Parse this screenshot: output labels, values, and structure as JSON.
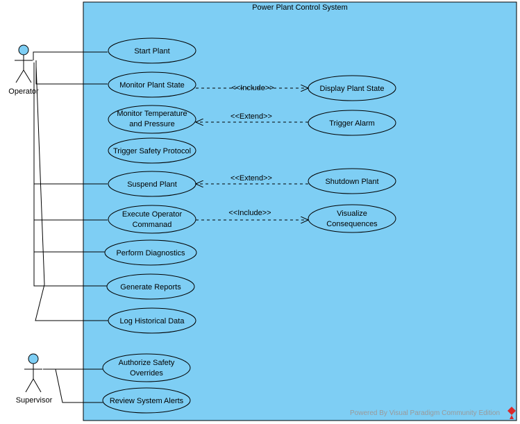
{
  "system": {
    "title": "Power Plant Control System",
    "fill": "#7ECEF4",
    "stroke": "#000000"
  },
  "actors": {
    "operator": {
      "name": "Operator",
      "head_color": "#7ECEF4"
    },
    "supervisor": {
      "name": "Supervisor",
      "head_color": "#7ECEF4"
    }
  },
  "use_cases": {
    "start_plant": "Start Plant",
    "monitor_plant_state": "Monitor Plant State",
    "monitor_temp_1": "Monitor Temperature",
    "monitor_temp_2": "and Pressure",
    "trigger_safety_protocol": "Trigger Safety Protocol",
    "suspend_plant": "Suspend Plant",
    "execute_cmd_1": "Execute Operator",
    "execute_cmd_2": "Commanad",
    "perform_diagnostics": "Perform Diagnostics",
    "generate_reports": "Generate Reports",
    "log_historical_data": "Log Historical Data",
    "authorize_1": "Authorize Safety",
    "authorize_2": "Overrides",
    "review_alerts": "Review System Alerts",
    "display_plant_state": "Display Plant State",
    "trigger_alarm": "Trigger Alarm",
    "shutdown_plant": "Shutdown Plant",
    "visualize_1": "Visualize",
    "visualize_2": "Consequences"
  },
  "relations": {
    "include_display": "<<Include>>",
    "extend_alarm": "<<Extend>>",
    "extend_shutdown": "<<Extend>>",
    "include_visualize": "<<Include>>"
  },
  "watermark": {
    "text": "Powered By  Visual Paradigm Community Edition",
    "logo_color": "#D9292B"
  }
}
